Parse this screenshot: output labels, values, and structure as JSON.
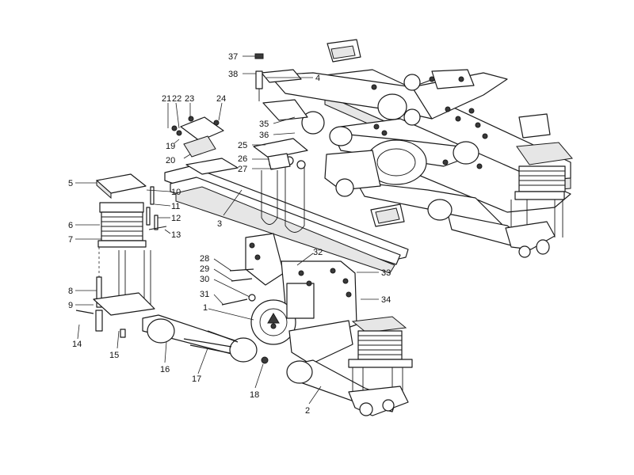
{
  "diagram": {
    "callouts": [
      "1",
      "2",
      "3",
      "4",
      "5",
      "6",
      "7",
      "8",
      "9",
      "10",
      "11",
      "12",
      "13",
      "14",
      "15",
      "16",
      "17",
      "18",
      "19",
      "20",
      "21",
      "22",
      "23",
      "24",
      "25",
      "26",
      "27",
      "28",
      "29",
      "30",
      "31",
      "32",
      "33",
      "34",
      "35",
      "36",
      "37",
      "38"
    ]
  },
  "colors": {
    "line": "#1a1a1a",
    "background": "#ffffff",
    "shade": "#e6e6e6"
  }
}
